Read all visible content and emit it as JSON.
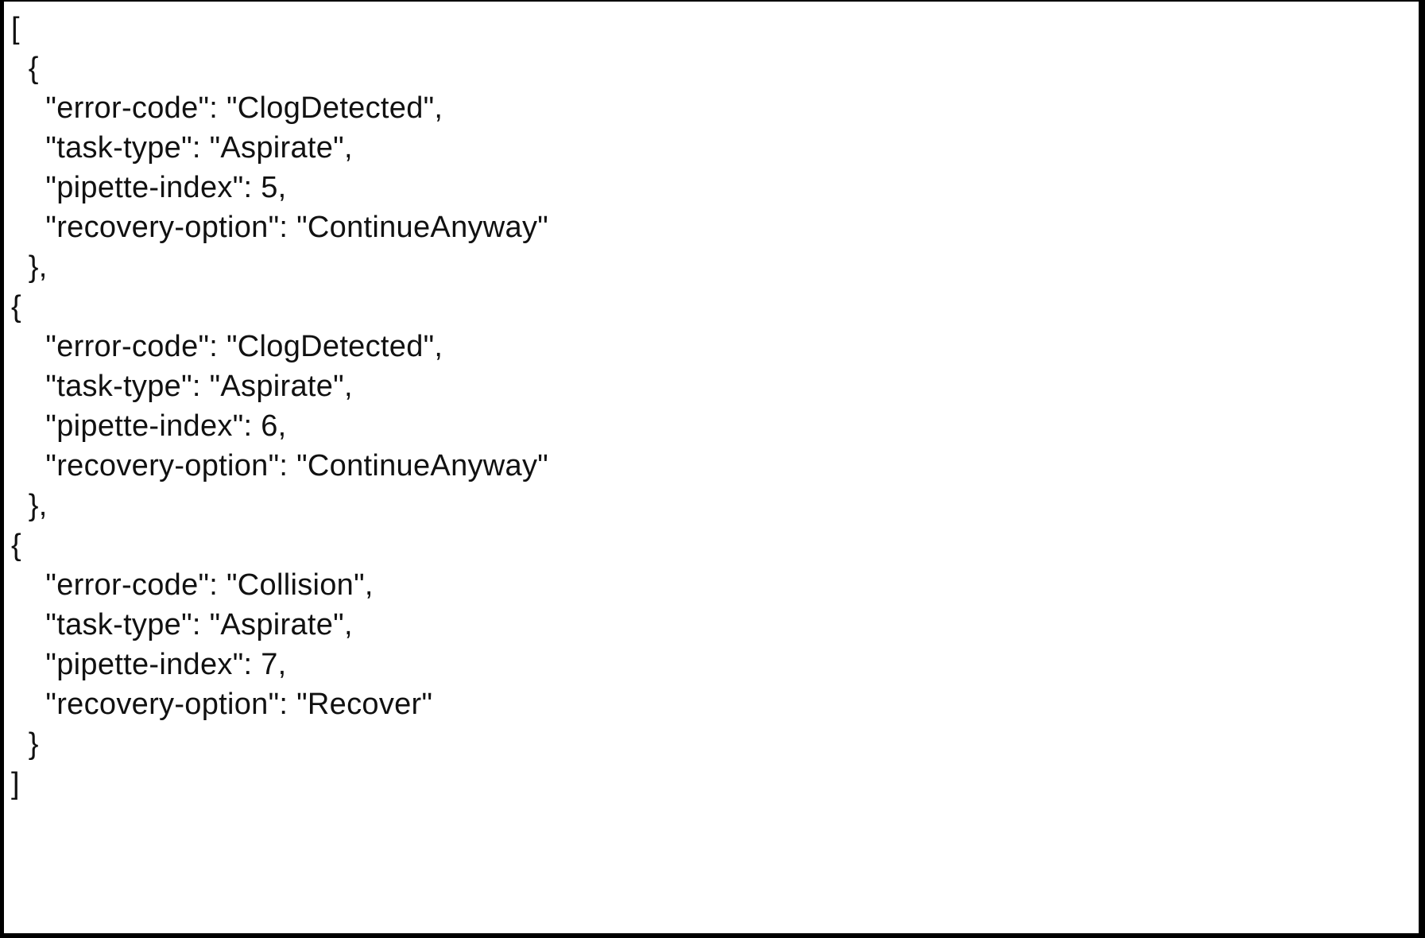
{
  "document": {
    "type": "json-array-listing",
    "text_lines": [
      "[",
      "  {",
      "    \"error-code\": \"ClogDetected\",",
      "    \"task-type\": \"Aspirate\",",
      "    \"pipette-index\": 5,",
      "    \"recovery-option\": \"ContinueAnyway\"",
      "  },",
      "{",
      "    \"error-code\": \"ClogDetected\",",
      "    \"task-type\": \"Aspirate\",",
      "    \"pipette-index\": 6,",
      "    \"recovery-option\": \"ContinueAnyway\"",
      "  },",
      "{",
      "    \"error-code\": \"Collision\",",
      "    \"task-type\": \"Aspirate\",",
      "    \"pipette-index\": 7,",
      "    \"recovery-option\": \"Recover\"",
      "  }",
      "]"
    ],
    "records": [
      {
        "error-code": "ClogDetected",
        "task-type": "Aspirate",
        "pipette-index": 5,
        "recovery-option": "ContinueAnyway"
      },
      {
        "error-code": "ClogDetected",
        "task-type": "Aspirate",
        "pipette-index": 6,
        "recovery-option": "ContinueAnyway"
      },
      {
        "error-code": "Collision",
        "task-type": "Aspirate",
        "pipette-index": 7,
        "recovery-option": "Recover"
      }
    ],
    "colors": {
      "text": "#111111",
      "background": "#ffffff",
      "border": "#000000"
    }
  }
}
